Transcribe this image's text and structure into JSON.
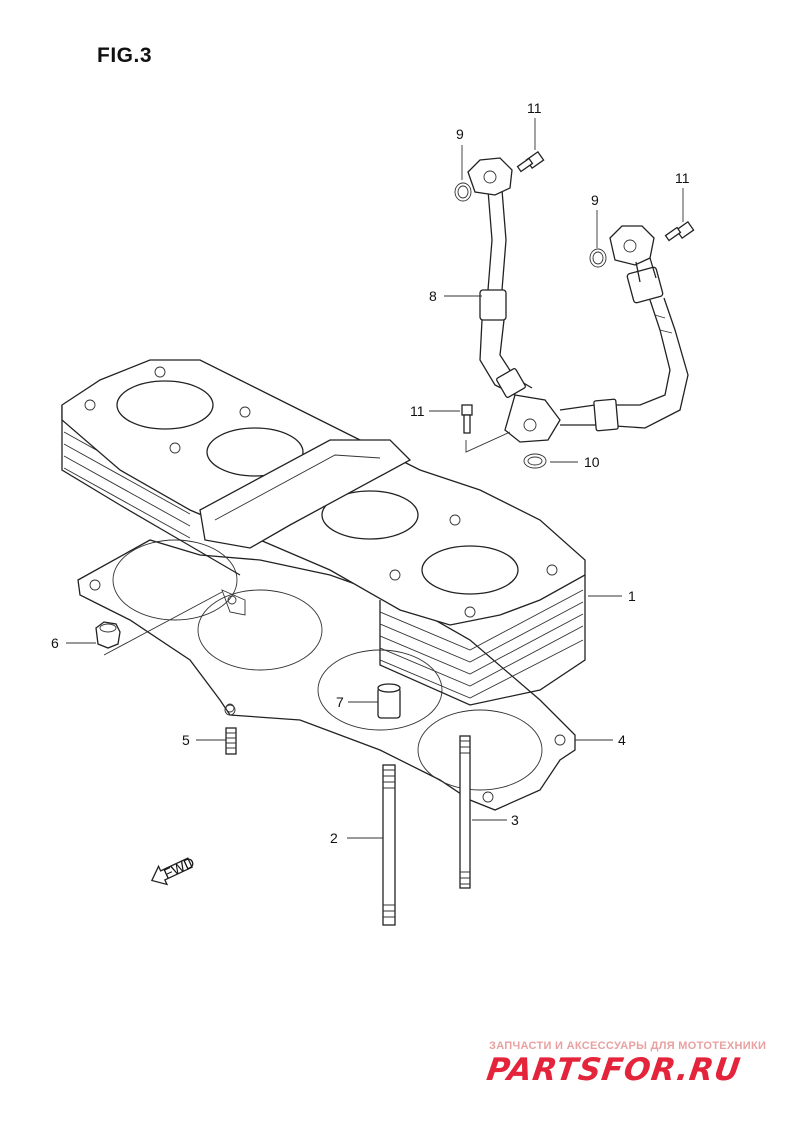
{
  "figure": {
    "title": "FIG.3"
  },
  "callouts": [
    {
      "id": "c1",
      "text": "1"
    },
    {
      "id": "c2",
      "text": "2"
    },
    {
      "id": "c3",
      "text": "3"
    },
    {
      "id": "c4",
      "text": "4"
    },
    {
      "id": "c5",
      "text": "5"
    },
    {
      "id": "c6",
      "text": "6"
    },
    {
      "id": "c7",
      "text": "7"
    },
    {
      "id": "c8",
      "text": "8"
    },
    {
      "id": "c9a",
      "text": "9"
    },
    {
      "id": "c9b",
      "text": "9"
    },
    {
      "id": "c10",
      "text": "10"
    },
    {
      "id": "c11a",
      "text": "11"
    },
    {
      "id": "c11b",
      "text": "11"
    },
    {
      "id": "c11c",
      "text": "11"
    }
  ],
  "direction_marker": {
    "text": "FWD"
  },
  "watermark": {
    "subtitle": "ЗАПЧАСТИ И АКСЕССУАРЫ ДЛЯ МОТОТЕХНИКИ",
    "brand": "PARTSFOR.RU",
    "brand_color": "#e4243a"
  }
}
